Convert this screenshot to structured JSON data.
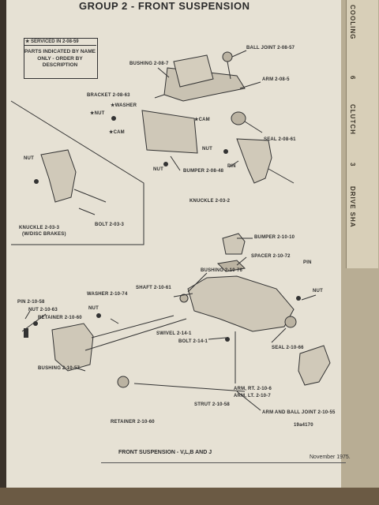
{
  "header": {
    "title": "GROUP 2 - FRONT SUSPENSION"
  },
  "legend": {
    "serviced": "★ SERVICED IN 2-08-59",
    "parts_note": "PARTS INDICATED BY NAME ONLY - ORDER BY DESCRIPTION"
  },
  "labels": {
    "bushing_2_08_7": "BUSHING 2-08-7",
    "ball_joint": "BALL JOINT 2-08-57",
    "arm_2_08_5": "ARM 2-08-5",
    "bracket": "BRACKET 2-08-63",
    "washer_top": "★WASHER",
    "nut_top": "★NUT",
    "cam_top": "★CAM",
    "cam_right": "★CAM",
    "seal_2_08_61": "SEAL 2-08-61",
    "nut_upper_right": "NUT",
    "pin_upper": "PIN",
    "nut_upper_mid": "NUT",
    "bumper_2_08_48": "BUMPER 2-08-48",
    "knuckle_2_03_2": "KNUCKLE 2-03-2",
    "nut_inset": "NUT",
    "knuckle_2_03_3": "KNUCKLE 2-03-3",
    "disc_brakes": "(W/DISC BRAKES)",
    "bolt_2_03_3": "BOLT 2-03-3",
    "bumper_2_10_10": "BUMPER 2-10-10",
    "spacer": "SPACER 2-10-72",
    "pin_right": "PIN",
    "bushing_2_10_76": "BUSHING 2-10-76",
    "nut_right": "NUT",
    "washer_2_10_74": "WASHER 2-10-74",
    "shaft": "SHAFT 2-10-61",
    "nut_left": "NUT",
    "pin_2_10_58": "PIN 2-10-58",
    "nut_2_10_63": "NUT 2-10-63",
    "retainer_upper": "RETAINER 2-10-60",
    "swivel": "SWIVEL 2-14-1",
    "bolt_2_14_1": "BOLT 2-14-1",
    "seal_2_10_66": "SEAL 2-10-66",
    "bushing_2_10_57": "BUSHING 2-10-57",
    "arm_rt": "ARM, RT. 2-10-6",
    "arm_lt": "ARM, LT. 2-10-7",
    "strut": "STRUT 2-10-58",
    "arm_ball_joint": "ARM AND BALL JOINT 2-10-55",
    "retainer_lower": "RETAINER 2-10-60",
    "figure_id": "19a4170"
  },
  "footer": {
    "caption": "FRONT SUSPENSION - V,L,B AND J",
    "date": "November 1975."
  },
  "tabs": [
    {
      "label": "COOLING"
    },
    {
      "label": "6"
    },
    {
      "label": "CLUTCH"
    },
    {
      "label": "3"
    },
    {
      "label": "DRIVE SHA"
    }
  ],
  "colors": {
    "paper": "#e6e1d4",
    "ink": "#2e2e2e",
    "tab": "#d8cfb8"
  }
}
